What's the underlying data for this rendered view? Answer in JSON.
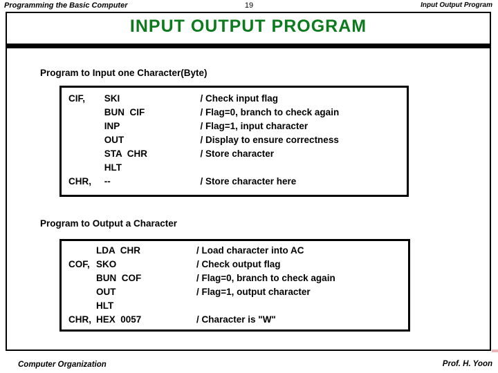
{
  "runhead": {
    "left": "Programming the Basic Computer",
    "page": "19",
    "right": "Input Output Program"
  },
  "slide": {
    "title": "INPUT  OUTPUT  PROGRAM",
    "title_color": "#0e7a1e",
    "rule_color": "#000000"
  },
  "sections": [
    {
      "heading": "Program to Input one Character(Byte)",
      "rows": [
        {
          "label": "CIF,",
          "instruction": "SKI",
          "comment": "/ Check input flag"
        },
        {
          "label": "",
          "instruction": "BUN  CIF",
          "comment": "/ Flag=0, branch to check again"
        },
        {
          "label": "",
          "instruction": "INP",
          "comment": "/ Flag=1, input character"
        },
        {
          "label": "",
          "instruction": "OUT",
          "comment": "/ Display to ensure correctness"
        },
        {
          "label": "",
          "instruction": "STA  CHR",
          "comment": "/ Store character"
        },
        {
          "label": "",
          "instruction": "HLT",
          "comment": ""
        },
        {
          "label": "CHR,",
          "instruction": "--",
          "comment": "/ Store character here"
        }
      ]
    },
    {
      "heading": "Program to Output a Character",
      "rows": [
        {
          "label": "",
          "instruction": "LDA  CHR",
          "comment": "/ Load character into AC"
        },
        {
          "label": "COF,",
          "instruction": "SKO",
          "comment": "/ Check output flag"
        },
        {
          "label": "",
          "instruction": "BUN  COF",
          "comment": "/ Flag=0, branch to check again"
        },
        {
          "label": "",
          "instruction": "OUT",
          "comment": "/ Flag=1, output character"
        },
        {
          "label": "",
          "instruction": "HLT",
          "comment": ""
        },
        {
          "label": "CHR,",
          "instruction": "HEX  0057",
          "comment": "/ Character is \"W\""
        }
      ]
    }
  ],
  "footer": {
    "left": "Computer Organization",
    "right": "Prof.  H. Yoon"
  }
}
